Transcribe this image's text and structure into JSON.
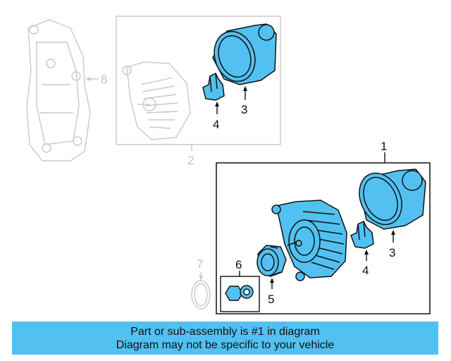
{
  "diagram": {
    "callouts": {
      "c8": "8",
      "c2": "2",
      "c3_top": "3",
      "c4_top": "4",
      "c1": "1",
      "c3_bottom": "3",
      "c4_bottom": "4",
      "c5": "5",
      "c6": "6",
      "c7": "7"
    },
    "colors": {
      "highlight": "#52c1f2",
      "outline": "#111111",
      "dimmed": "#c8c8c8",
      "banner": "#52c1f2"
    }
  },
  "banner": {
    "line1": "Part or sub-assembly is #1 in diagram",
    "line2": "Diagram may not be specific to your vehicle"
  }
}
